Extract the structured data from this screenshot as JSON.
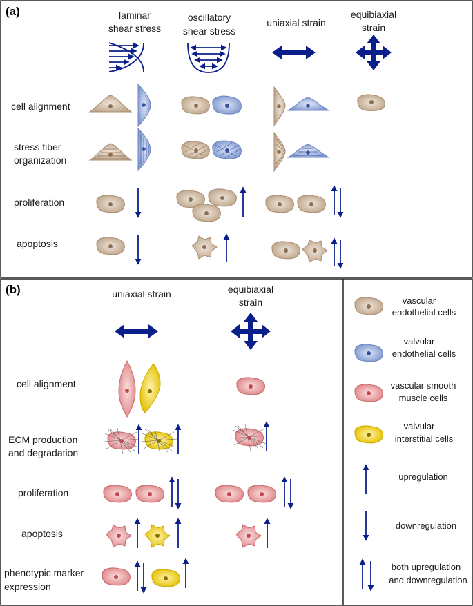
{
  "panel_a": {
    "label": "(a)",
    "columns": {
      "laminar": [
        "laminar",
        "shear stress"
      ],
      "oscillatory": [
        "oscillatory",
        "shear stress"
      ],
      "uniaxial": "uniaxial strain",
      "equibiaxial": [
        "equibiaxial",
        "strain"
      ]
    },
    "rows": {
      "alignment": "cell alignment",
      "stress_fiber": [
        "stress fiber",
        "organization"
      ],
      "proliferation": "proliferation",
      "apoptosis": "apoptosis"
    }
  },
  "panel_b": {
    "label": "(b)",
    "columns": {
      "uniaxial": "uniaxial strain",
      "equibiaxial": [
        "equibiaxial",
        "strain"
      ]
    },
    "rows": {
      "alignment": "cell alignment",
      "ecm": [
        "ECM production",
        "and degradation"
      ],
      "proliferation": "proliferation",
      "apoptosis": "apoptosis",
      "phenotypic": [
        "phenotypic marker",
        "expression"
      ]
    }
  },
  "legend": {
    "vascular_endothelial": [
      "vascular",
      "endothelial cells"
    ],
    "valvular_endothelial": [
      "valvular",
      "endothelial cells"
    ],
    "vascular_smooth_muscle": [
      "vascular smooth",
      "muscle cells"
    ],
    "valvular_interstitial": [
      "valvular",
      "interstitial cells"
    ],
    "upregulation": "upregulation",
    "downregulation": "downregulation",
    "both": [
      "both upregulation",
      "and downregulation"
    ]
  },
  "colors": {
    "vascular_endothelial": "#c9b29a",
    "valvular_endothelial": "#8aa3d6",
    "vascular_smooth_muscle": "#e89a9c",
    "valvular_interstitial": "#eccc1f",
    "arrow": "#0b1f8a"
  }
}
